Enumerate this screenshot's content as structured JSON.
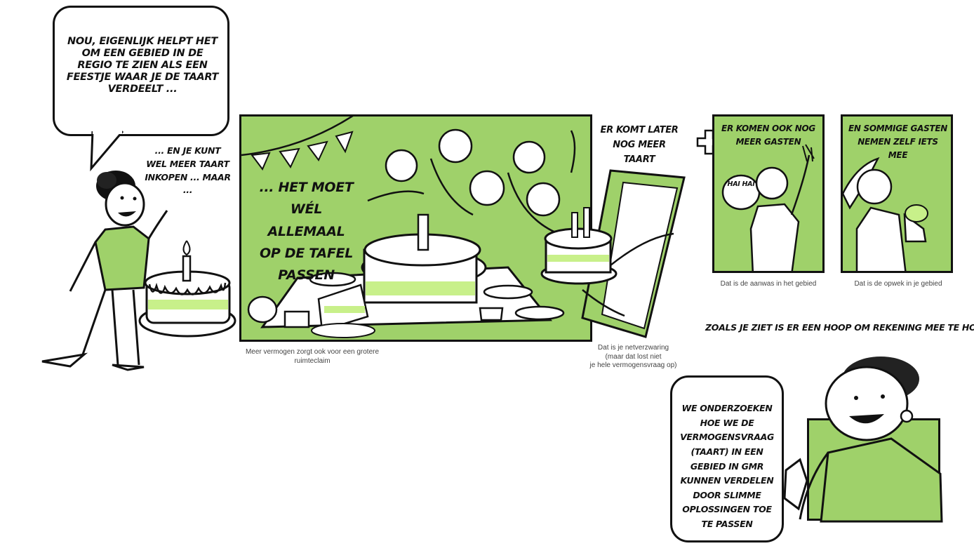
{
  "speech_bubble_1": "Nou, eigenlijk helpt het om een gebied in de regio te zien als een feestje waar je de taart verdeelt ...",
  "side_text_1": "... en je kunt wel meer taart inkopen ... maar ...",
  "panel_main": {
    "text": "... het moet wél allemaal op de tafel passen",
    "caption": "Meer vermogen zorgt ook voor een grotere ruimteclaim"
  },
  "door_panel": {
    "heading": "Er komt later nog meer taart",
    "caption_line1": "Dat is je netverzwaring",
    "caption_line2": "(maar dat lost niet",
    "caption_line3": "je hele vermogensvraag op)"
  },
  "panel_guests": {
    "text": "Er komen ook nog meer gasten",
    "speech": "Hai hai",
    "caption": "Dat is de aanwas in het gebied"
  },
  "panel_bring": {
    "text": "En sommige gasten nemen zelf iets mee",
    "caption": "Dat is de opwek in je gebied"
  },
  "heading_right": "Zoals je ziet is er een hoop om rekening mee te houden",
  "speech_bubble_2": "We onderzoeken hoe we de vermogensvraag (taart) in een gebied in GMR kunnen verdelen door slimme oplossingen toe te passen",
  "colors": {
    "accent_green": "#9fd16a",
    "light_green": "#c8f08a",
    "ink": "#111111"
  },
  "icons": [
    "plus-icon",
    "cake-icon",
    "door-icon",
    "bunting-icon"
  ]
}
